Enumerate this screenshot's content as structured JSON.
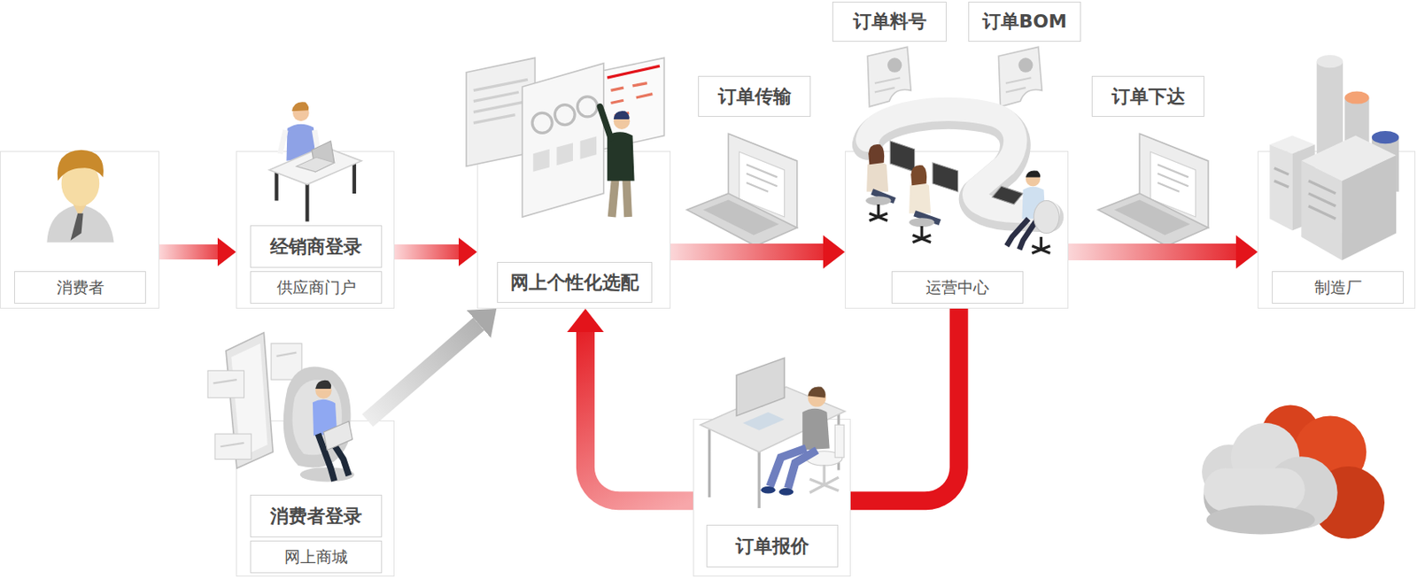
{
  "diagram": {
    "nodes": [
      {
        "text": [
          "消费者"
        ]
      },
      {
        "text": [
          "经销商登录",
          "供应商门户"
        ]
      },
      {
        "text": [
          "网上个性化选配"
        ]
      },
      {
        "text": [
          "运营中心"
        ]
      },
      {
        "text": [
          "制造厂"
        ]
      },
      {
        "text": [
          "消费者登录",
          "网上商城"
        ]
      },
      {
        "text": [
          "订单报价"
        ]
      }
    ],
    "edges": [
      {
        "from": 0,
        "to": 1,
        "arrow": "to"
      },
      {
        "from": 1,
        "to": 2,
        "arrow": "to"
      },
      {
        "from": 5,
        "to": 2,
        "arrow": "to"
      },
      {
        "from": 2,
        "to": 3,
        "label": "订单传输",
        "arrow": "to"
      },
      {
        "from": 3,
        "to": 4,
        "label": "订单下达",
        "arrow": "to"
      },
      {
        "from": 3,
        "to": 6,
        "arrow": "none"
      },
      {
        "from": 6,
        "to": 2,
        "arrow": "to"
      }
    ],
    "labels": [
      "订单料号",
      "订单BOM"
    ]
  }
}
